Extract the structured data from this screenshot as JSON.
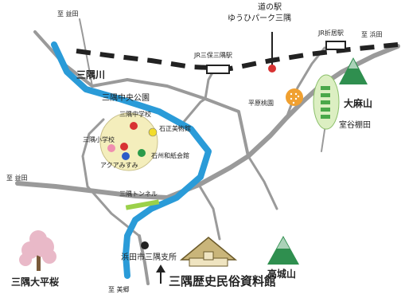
{
  "labels": {
    "road_to_masuda_top": "至 益田",
    "road_to_masuda_left": "至 益田",
    "road_to_hamada": "至 浜田",
    "road_to_misato": "至 美郷",
    "michi_no_eki_line1": "道の駅",
    "michi_no_eki_line2": "ゆうひパーク三隅",
    "jr_misumi_station": "JR三保三隅駅",
    "jr_orii_station": "JR折居駅",
    "misumi_river": "三隅川",
    "misumi_central_park": "三隅中央公園",
    "misumi_junior_high": "三隅中学校",
    "ishimasa_museum": "石正美術館",
    "misumi_elementary": "三隅小学校",
    "sekishu_washi_hall": "石州和紙会館",
    "aqua_misumi": "アクアみすみ",
    "hirabara_park": "平原桃園",
    "omasan": "大麻山",
    "muroya_rice_terraces": "室谷棚田",
    "misumi_tunnel": "三隅トンネル",
    "hamada_branch_office": "浜田市三隅支所",
    "misumi_cherry_tree": "三隅大平桜",
    "museum_title": "三隅歴史民俗資料館",
    "takashiro_mountain": "高城山"
  },
  "colors": {
    "river": "#2a9bd8",
    "road": "#9a9a9a",
    "rail": "#222222",
    "mountain": "#2f8f4f",
    "park_fill": "#f4eebc",
    "terrace_fill": "#dcefc2",
    "tunnel": "#9bd14a",
    "orchard": "#f0a030",
    "sakura": "#e9b9c8"
  },
  "icons": {
    "station_marker": "station-rect-icon",
    "michi_no_eki_marker": "red-circle-icon",
    "school_marker": "red-dot-icon",
    "museum_marker": "yellow-dot-icon",
    "pool_marker": "blue-dot-icon",
    "washi_marker": "green-dot-icon",
    "elementary_marker": "pink-dot-icon",
    "office_marker": "black-dot-icon",
    "mountain_marker": "mountain-icon",
    "sakura_marker": "cherry-tree-icon",
    "museum_building": "thatched-house-icon",
    "arrow_marker": "arrow-up-icon"
  }
}
